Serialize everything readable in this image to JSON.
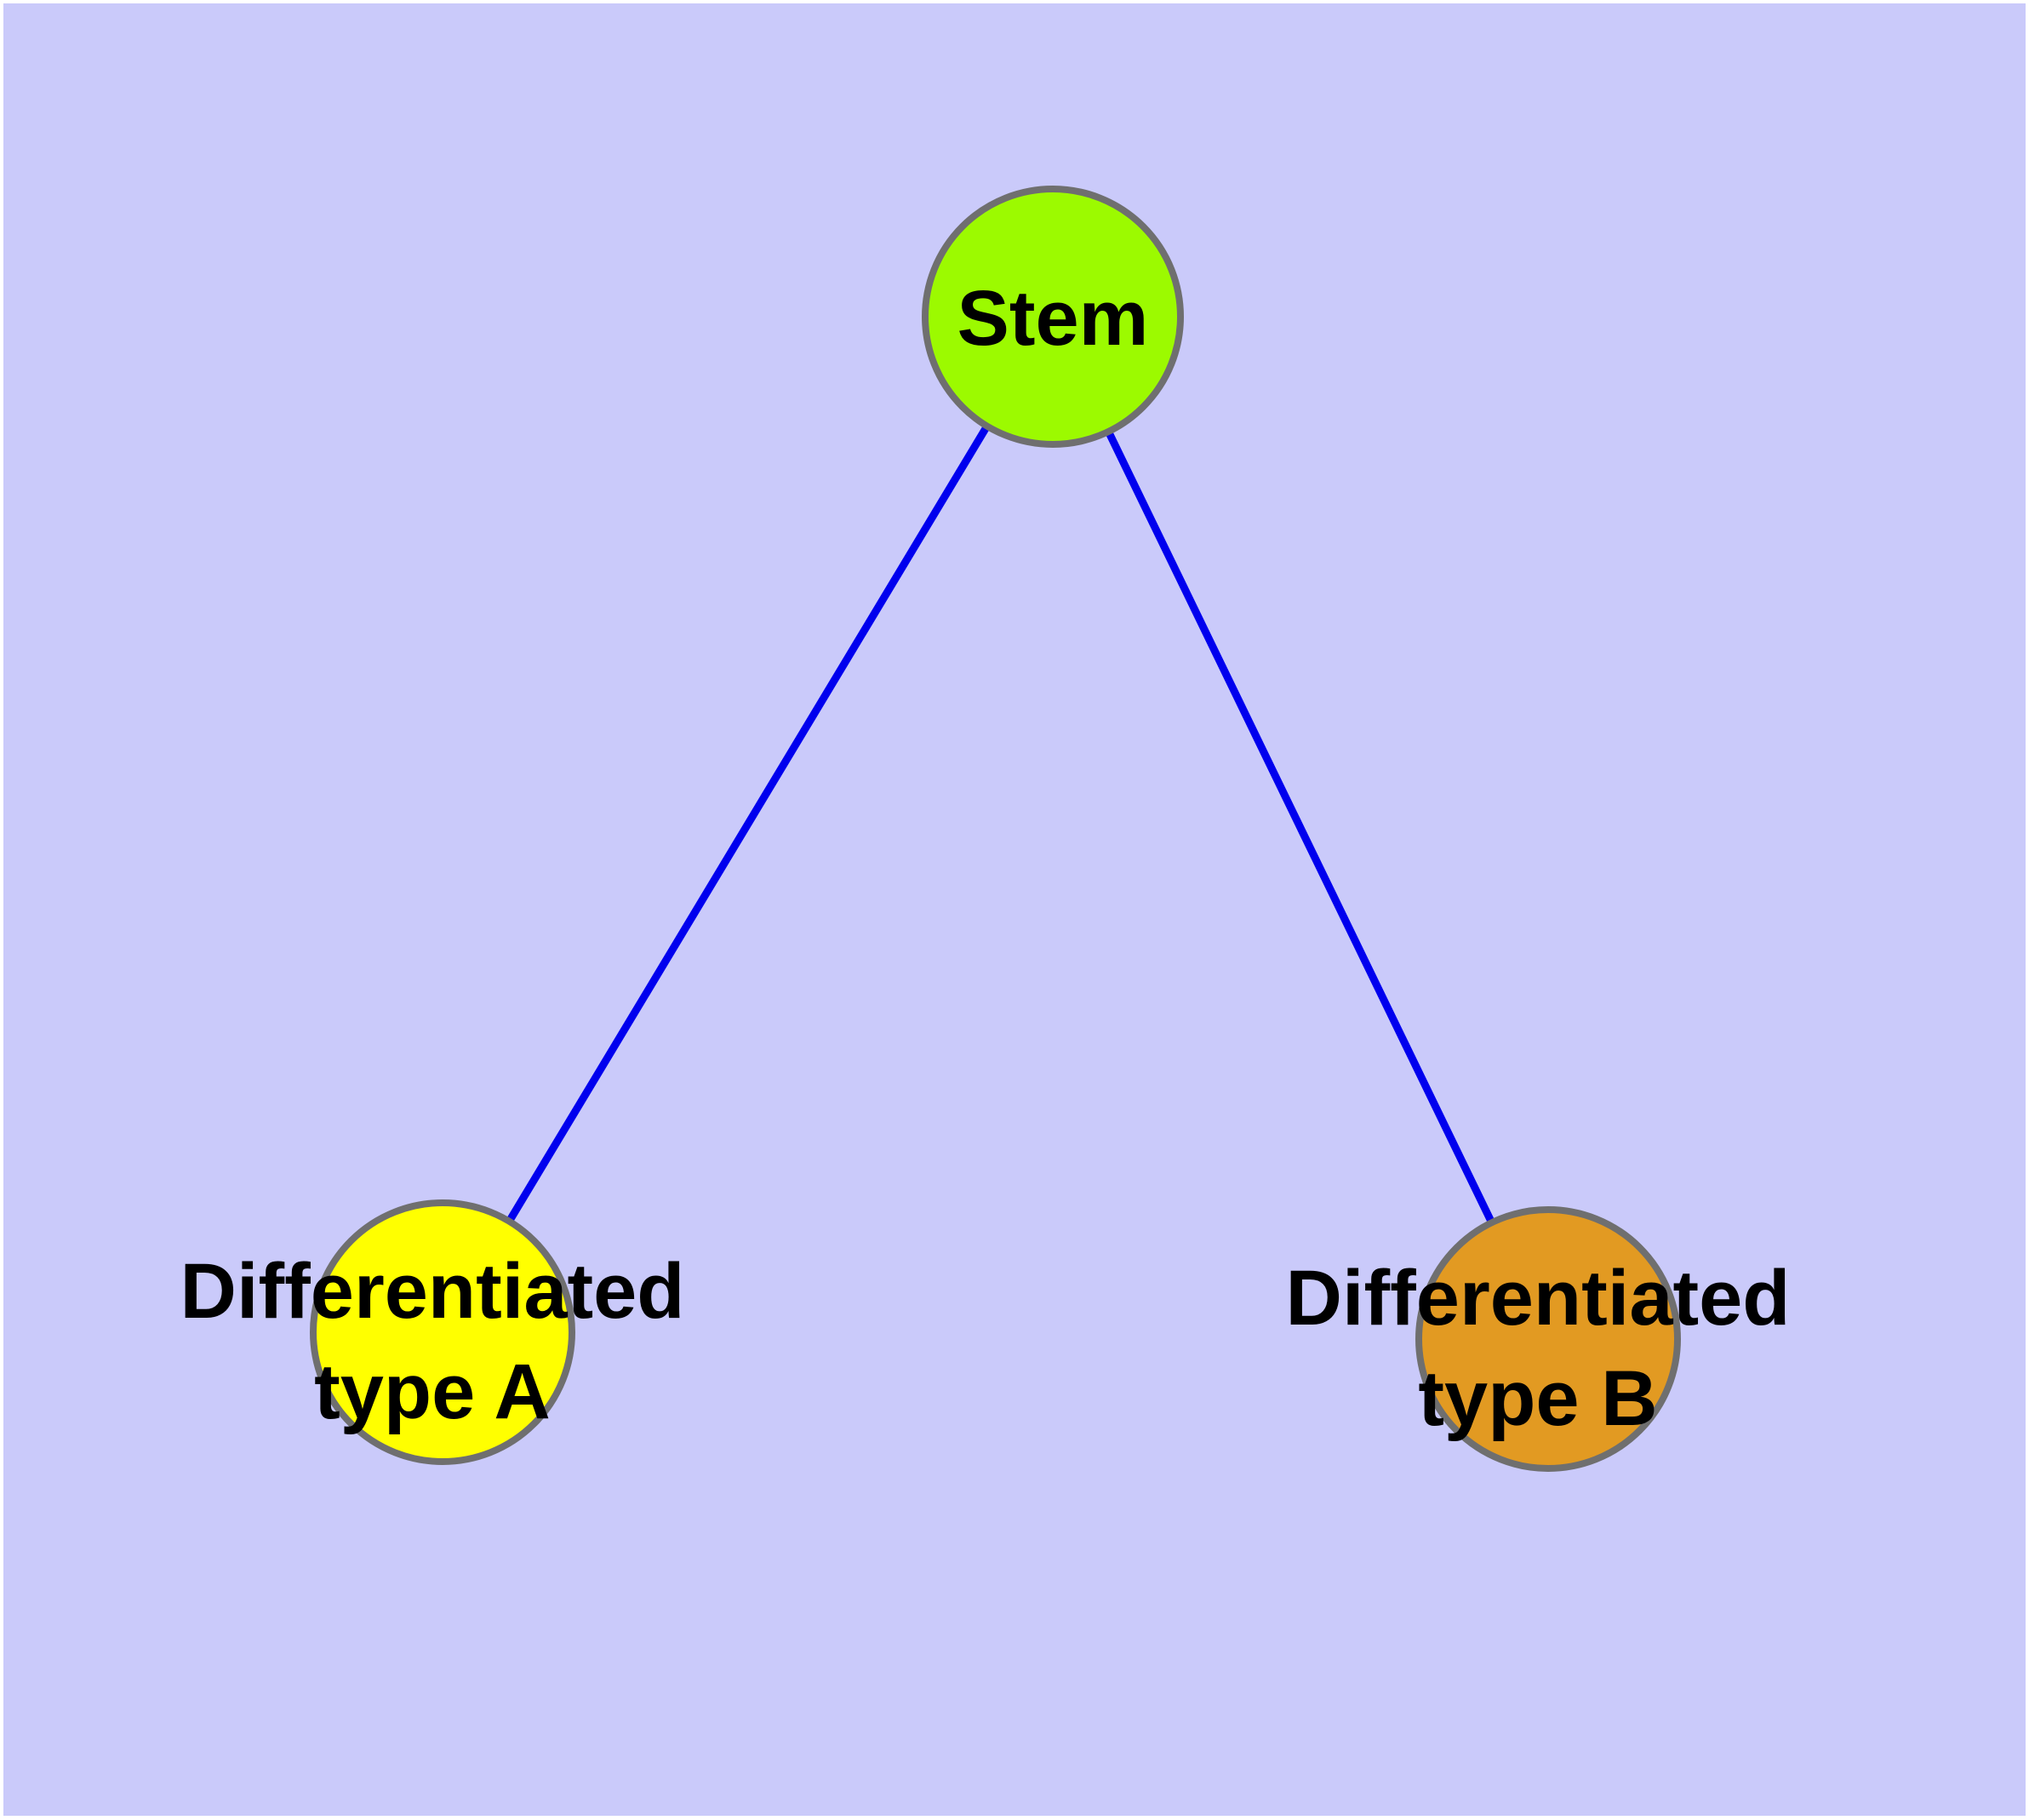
{
  "figure": {
    "background_color": "#CACAFA",
    "page_margin_color": "#FFFFFF",
    "edge_color": "#0000EE",
    "node_border_color": "#6F6F6F",
    "label_color": "#000000",
    "nodes": [
      {
        "id": "stem",
        "label_lines": [
          "Stem"
        ],
        "fill": "#9CFA00"
      },
      {
        "id": "differentiated-type-a",
        "label_lines": [
          "Differentiated",
          "type A"
        ],
        "fill": "#FFFF00"
      },
      {
        "id": "differentiated-type-b",
        "label_lines": [
          "Differentiated",
          "type B"
        ],
        "fill": "#E29A22"
      }
    ],
    "edges": [
      {
        "from": "Stem",
        "to": "Differentiated type A"
      },
      {
        "from": "Stem",
        "to": "Differentiated type B"
      }
    ]
  }
}
